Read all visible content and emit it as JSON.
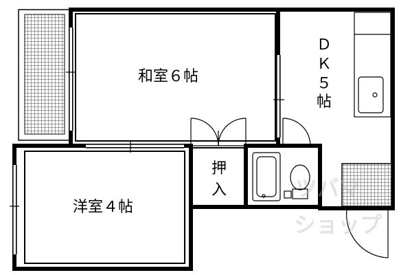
{
  "rooms": {
    "washitsu": "和室６帖",
    "yoshitsu": "洋室４帖",
    "dk_line1": "Ｄ",
    "dk_line2": "Ｋ",
    "dk_line3": "５",
    "dk_line4": "帖",
    "oshiire_line1": "押",
    "oshiire_line2": "入"
  },
  "watermark": {
    "line1": "ツバマ",
    "line2": "ショップ"
  },
  "colors": {
    "wall": "#000000",
    "tile": "#555555",
    "watermark": "#c8c8c8",
    "background": "#ffffff"
  }
}
